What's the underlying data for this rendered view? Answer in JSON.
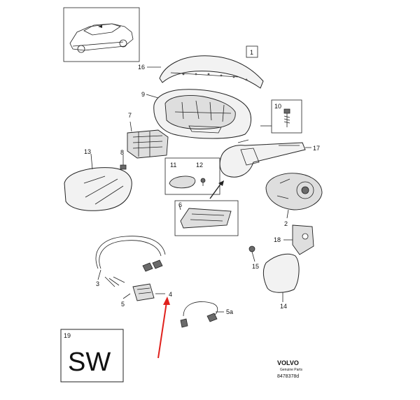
{
  "diagram": {
    "callouts": [
      {
        "id": "c1",
        "text": "1"
      },
      {
        "id": "c2",
        "text": "2"
      },
      {
        "id": "c3",
        "text": "3"
      },
      {
        "id": "c4",
        "text": "4"
      },
      {
        "id": "c5",
        "text": "5"
      },
      {
        "id": "c5a",
        "text": "5a"
      },
      {
        "id": "c6",
        "text": "6"
      },
      {
        "id": "c7",
        "text": "7"
      },
      {
        "id": "c8",
        "text": "8"
      },
      {
        "id": "c9",
        "text": "9"
      },
      {
        "id": "c10",
        "text": "10"
      },
      {
        "id": "c11",
        "text": "11"
      },
      {
        "id": "c12",
        "text": "12"
      },
      {
        "id": "c13",
        "text": "13"
      },
      {
        "id": "c14",
        "text": "14"
      },
      {
        "id": "c15",
        "text": "15"
      },
      {
        "id": "c16",
        "text": "16"
      },
      {
        "id": "c17",
        "text": "17"
      },
      {
        "id": "c18",
        "text": "18"
      },
      {
        "id": "c19",
        "text": "19"
      }
    ],
    "sw_label": "SW",
    "brand": "VOLVO",
    "brand_sub": "Genuine Parts",
    "part_number": "8478378d",
    "colors": {
      "arrow": "#e0201c",
      "line": "#222222"
    }
  }
}
